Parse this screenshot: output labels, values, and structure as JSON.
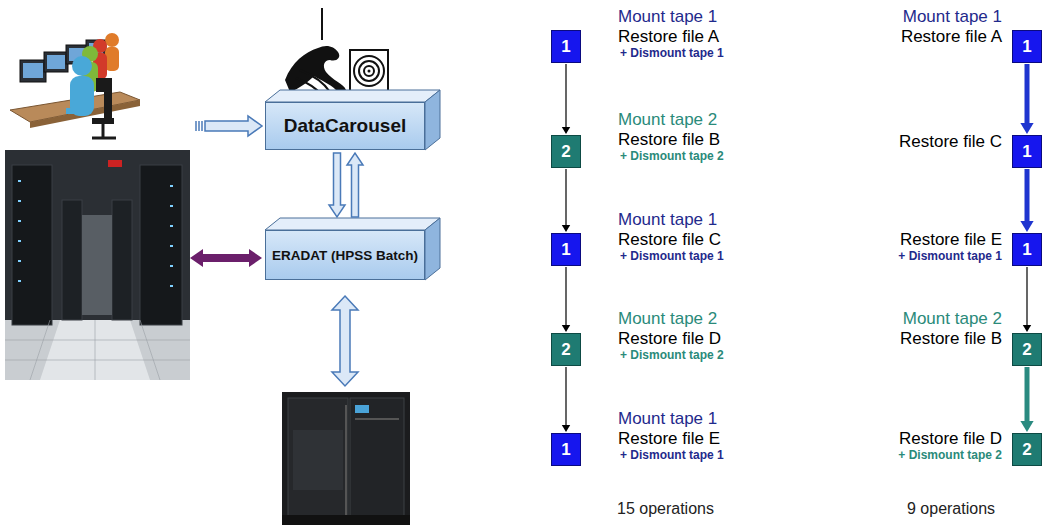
{
  "diagram": {
    "nodes": [
      {
        "text": [
          "DataCarousel"
        ]
      },
      {
        "text": [
          "ERADAT (HPSS Batch)"
        ]
      },
      {
        "text": [
          "1"
        ]
      },
      {
        "text": [
          "2"
        ]
      },
      {
        "text": [
          "1"
        ]
      },
      {
        "text": [
          "2"
        ]
      },
      {
        "text": [
          "1"
        ]
      },
      {
        "text": [
          "1"
        ]
      },
      {
        "text": [
          "1"
        ]
      },
      {
        "text": [
          "1"
        ]
      },
      {
        "text": [
          "2"
        ]
      },
      {
        "text": [
          "2"
        ]
      }
    ],
    "edges": [
      {
        "from": 0,
        "to": 1,
        "arrow": "to"
      },
      {
        "from": 1,
        "to": 0,
        "arrow": "to"
      },
      {
        "from": 2,
        "to": 3,
        "arrow": "to"
      },
      {
        "from": 3,
        "to": 4,
        "arrow": "to"
      },
      {
        "from": 4,
        "to": 5,
        "arrow": "to"
      },
      {
        "from": 5,
        "to": 6,
        "arrow": "to"
      },
      {
        "from": 7,
        "to": 8,
        "arrow": "to"
      },
      {
        "from": 8,
        "to": 9,
        "arrow": "to"
      },
      {
        "from": 9,
        "to": 10,
        "arrow": "to"
      },
      {
        "from": 10,
        "to": 11,
        "arrow": "to"
      }
    ],
    "labels": [
      "Mount tape 1",
      "Restore file A",
      "+ Dismount tape 1",
      "Mount tape 2",
      "Restore file B",
      "+ Dismount tape 2",
      "Mount tape 1",
      "Restore file C",
      "+ Dismount tape 1",
      "Mount tape 2",
      "Restore file D",
      "+ Dismount tape 2",
      "Mount tape 1",
      "Restore file E",
      "+ Dismount tape 1",
      "Mount tape 1",
      "Restore file A",
      "Restore file C",
      "Restore file E",
      "+ Dismount tape 1",
      "Mount tape 2",
      "Restore file B",
      "Restore file D",
      "+ Dismount tape 2",
      "15 operations",
      "9 operations"
    ]
  }
}
